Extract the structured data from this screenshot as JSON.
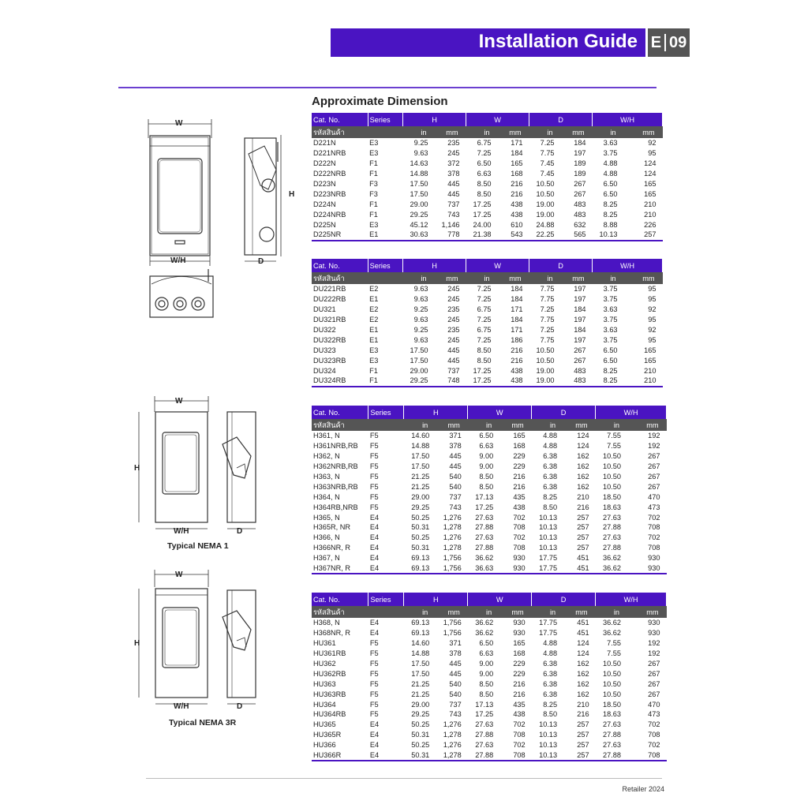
{
  "header": {
    "title": "Installation Guide",
    "section_letter": "E",
    "section_number": "09"
  },
  "section_title": "Approximate Dimension",
  "footer": "Retailer 2024",
  "drawing_labels": {
    "w": "W",
    "h": "H",
    "wh": "W/H",
    "d": "D"
  },
  "captions": {
    "nema1": "Typical NEMA 1",
    "nema3r": "Typical NEMA 3R"
  },
  "tables": [
    {
      "header": [
        "Cat. No.",
        "Series",
        "H",
        "W",
        "D",
        "W/H"
      ],
      "subheader": [
        "รหัสสินค้า",
        "",
        "in",
        "mm",
        "in",
        "mm",
        "in",
        "mm",
        "in",
        "mm"
      ],
      "rows": [
        [
          "D221N",
          "E3",
          "9.25",
          "235",
          "6.75",
          "171",
          "7.25",
          "184",
          "3.63",
          "92"
        ],
        [
          "D221NRB",
          "E3",
          "9.63",
          "245",
          "7.25",
          "184",
          "7.75",
          "197",
          "3.75",
          "95"
        ],
        [
          "D222N",
          "F1",
          "14.63",
          "372",
          "6.50",
          "165",
          "7.45",
          "189",
          "4.88",
          "124"
        ],
        [
          "D222NRB",
          "F1",
          "14.88",
          "378",
          "6.63",
          "168",
          "7.45",
          "189",
          "4.88",
          "124"
        ],
        [
          "D223N",
          "F3",
          "17.50",
          "445",
          "8.50",
          "216",
          "10.50",
          "267",
          "6.50",
          "165"
        ],
        [
          "D223NRB",
          "F3",
          "17.50",
          "445",
          "8.50",
          "216",
          "10.50",
          "267",
          "6.50",
          "165"
        ],
        [
          "D224N",
          "F1",
          "29.00",
          "737",
          "17.25",
          "438",
          "19.00",
          "483",
          "8.25",
          "210"
        ],
        [
          "D224NRB",
          "F1",
          "29.25",
          "743",
          "17.25",
          "438",
          "19.00",
          "483",
          "8.25",
          "210"
        ],
        [
          "D225N",
          "E3",
          "45.12",
          "1,146",
          "24.00",
          "610",
          "24.88",
          "632",
          "8.88",
          "226"
        ],
        [
          "D225NR",
          "E1",
          "30.63",
          "778",
          "21.38",
          "543",
          "22.25",
          "565",
          "10.13",
          "257"
        ]
      ]
    },
    {
      "header": [
        "Cat. No.",
        "Series",
        "H",
        "W",
        "D",
        "W/H"
      ],
      "subheader": [
        "รหัสสินค้า",
        "",
        "in",
        "mm",
        "in",
        "mm",
        "in",
        "mm",
        "in",
        "mm"
      ],
      "rows": [
        [
          "DU221RB",
          "E2",
          "9.63",
          "245",
          "7.25",
          "184",
          "7.75",
          "197",
          "3.75",
          "95"
        ],
        [
          "DU222RB",
          "E1",
          "9.63",
          "245",
          "7.25",
          "184",
          "7.75",
          "197",
          "3.75",
          "95"
        ],
        [
          "DU321",
          "E2",
          "9.25",
          "235",
          "6.75",
          "171",
          "7.25",
          "184",
          "3.63",
          "92"
        ],
        [
          "DU321RB",
          "E2",
          "9.63",
          "245",
          "7.25",
          "184",
          "7.75",
          "197",
          "3.75",
          "95"
        ],
        [
          "DU322",
          "E1",
          "9.25",
          "235",
          "6.75",
          "171",
          "7.25",
          "184",
          "3.63",
          "92"
        ],
        [
          "DU322RB",
          "E1",
          "9.63",
          "245",
          "7.25",
          "186",
          "7.75",
          "197",
          "3.75",
          "95"
        ],
        [
          "DU323",
          "E3",
          "17.50",
          "445",
          "8.50",
          "216",
          "10.50",
          "267",
          "6.50",
          "165"
        ],
        [
          "DU323RB",
          "E3",
          "17.50",
          "445",
          "8.50",
          "216",
          "10.50",
          "267",
          "6.50",
          "165"
        ],
        [
          "DU324",
          "F1",
          "29.00",
          "737",
          "17.25",
          "438",
          "19.00",
          "483",
          "8.25",
          "210"
        ],
        [
          "DU324RB",
          "F1",
          "29.25",
          "748",
          "17.25",
          "438",
          "19.00",
          "483",
          "8.25",
          "210"
        ]
      ]
    },
    {
      "header": [
        "Cat. No.",
        "Series",
        "H",
        "W",
        "D",
        "W/H"
      ],
      "subheader": [
        "รหัสสินค้า",
        "",
        "in",
        "mm",
        "in",
        "mm",
        "in",
        "mm",
        "in",
        "mm"
      ],
      "rows": [
        [
          "H361, N",
          "F5",
          "14.60",
          "371",
          "6.50",
          "165",
          "4.88",
          "124",
          "7.55",
          "192"
        ],
        [
          "H361NRB,RB",
          "F5",
          "14.88",
          "378",
          "6.63",
          "168",
          "4.88",
          "124",
          "7.55",
          "192"
        ],
        [
          "H362, N",
          "F5",
          "17.50",
          "445",
          "9.00",
          "229",
          "6.38",
          "162",
          "10.50",
          "267"
        ],
        [
          "H362NRB,RB",
          "F5",
          "17.50",
          "445",
          "9.00",
          "229",
          "6.38",
          "162",
          "10.50",
          "267"
        ],
        [
          "H363, N",
          "F5",
          "21.25",
          "540",
          "8.50",
          "216",
          "6.38",
          "162",
          "10.50",
          "267"
        ],
        [
          "H363NRB,RB",
          "F5",
          "21.25",
          "540",
          "8.50",
          "216",
          "6.38",
          "162",
          "10.50",
          "267"
        ],
        [
          "H364, N",
          "F5",
          "29.00",
          "737",
          "17.13",
          "435",
          "8.25",
          "210",
          "18.50",
          "470"
        ],
        [
          "H364RB,NRB",
          "F5",
          "29.25",
          "743",
          "17.25",
          "438",
          "8.50",
          "216",
          "18.63",
          "473"
        ],
        [
          "H365, N",
          "E4",
          "50.25",
          "1,276",
          "27.63",
          "702",
          "10.13",
          "257",
          "27.63",
          "702"
        ],
        [
          "H365R, NR",
          "E4",
          "50.31",
          "1,278",
          "27.88",
          "708",
          "10.13",
          "257",
          "27.88",
          "708"
        ],
        [
          "H366, N",
          "E4",
          "50.25",
          "1,276",
          "27.63",
          "702",
          "10.13",
          "257",
          "27.63",
          "702"
        ],
        [
          "H366NR, R",
          "E4",
          "50.31",
          "1,278",
          "27.88",
          "708",
          "10.13",
          "257",
          "27.88",
          "708"
        ],
        [
          "H367, N",
          "E4",
          "69.13",
          "1,756",
          "36.62",
          "930",
          "17.75",
          "451",
          "36.62",
          "930"
        ],
        [
          "H367NR, R",
          "E4",
          "69.13",
          "1,756",
          "36.63",
          "930",
          "17.75",
          "451",
          "36.62",
          "930"
        ]
      ]
    },
    {
      "header": [
        "Cat. No.",
        "Series",
        "H",
        "W",
        "D",
        "W/H"
      ],
      "subheader": [
        "รหัสสินค้า",
        "",
        "in",
        "mm",
        "in",
        "mm",
        "in",
        "mm",
        "in",
        "mm"
      ],
      "rows": [
        [
          "H368, N",
          "E4",
          "69.13",
          "1,756",
          "36.62",
          "930",
          "17.75",
          "451",
          "36.62",
          "930"
        ],
        [
          "H368NR, R",
          "E4",
          "69.13",
          "1,756",
          "36.62",
          "930",
          "17.75",
          "451",
          "36.62",
          "930"
        ],
        [
          "HU361",
          "F5",
          "14.60",
          "371",
          "6.50",
          "165",
          "4.88",
          "124",
          "7.55",
          "192"
        ],
        [
          "HU361RB",
          "F5",
          "14.88",
          "378",
          "6.63",
          "168",
          "4.88",
          "124",
          "7.55",
          "192"
        ],
        [
          "HU362",
          "F5",
          "17.50",
          "445",
          "9.00",
          "229",
          "6.38",
          "162",
          "10.50",
          "267"
        ],
        [
          "HU362RB",
          "F5",
          "17.50",
          "445",
          "9.00",
          "229",
          "6.38",
          "162",
          "10.50",
          "267"
        ],
        [
          "HU363",
          "F5",
          "21.25",
          "540",
          "8.50",
          "216",
          "6.38",
          "162",
          "10.50",
          "267"
        ],
        [
          "HU363RB",
          "F5",
          "21.25",
          "540",
          "8.50",
          "216",
          "6.38",
          "162",
          "10.50",
          "267"
        ],
        [
          "HU364",
          "F5",
          "29.00",
          "737",
          "17.13",
          "435",
          "8.25",
          "210",
          "18.50",
          "470"
        ],
        [
          "HU364RB",
          "F5",
          "29.25",
          "743",
          "17.25",
          "438",
          "8.50",
          "216",
          "18.63",
          "473"
        ],
        [
          "HU365",
          "E4",
          "50.25",
          "1,276",
          "27.63",
          "702",
          "10.13",
          "257",
          "27.63",
          "702"
        ],
        [
          "HU365R",
          "E4",
          "50.31",
          "1,278",
          "27.88",
          "708",
          "10.13",
          "257",
          "27.88",
          "708"
        ],
        [
          "HU366",
          "E4",
          "50.25",
          "1,276",
          "27.63",
          "702",
          "10.13",
          "257",
          "27.63",
          "702"
        ],
        [
          "HU366R",
          "E4",
          "50.31",
          "1,278",
          "27.88",
          "708",
          "10.13",
          "257",
          "27.88",
          "708"
        ]
      ]
    }
  ]
}
